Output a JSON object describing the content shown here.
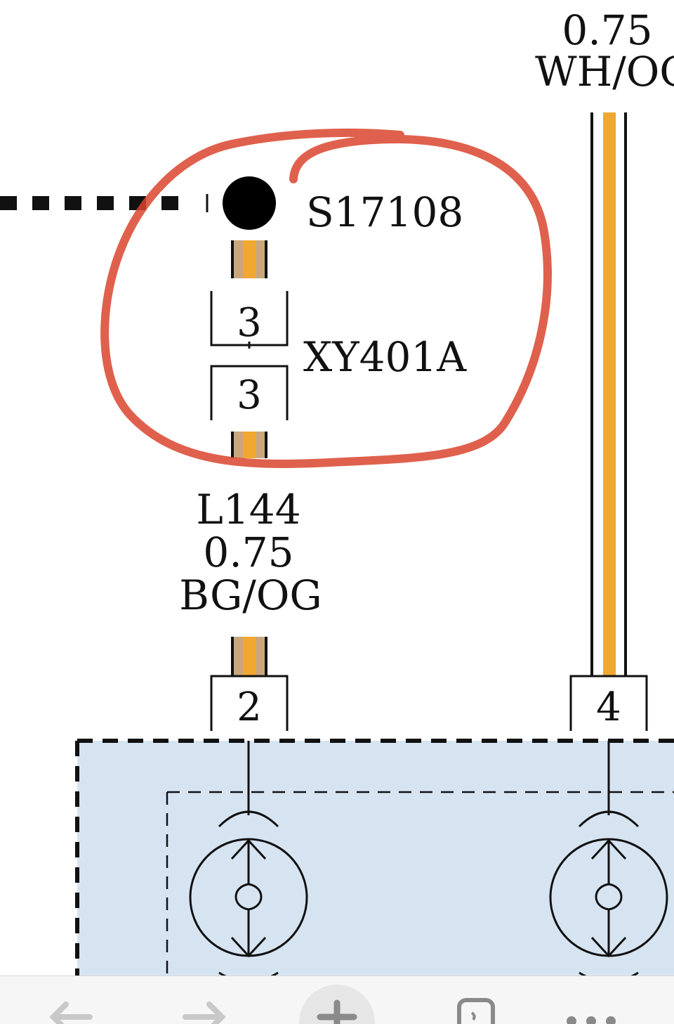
{
  "wires": {
    "left": {
      "circuit": "L144",
      "gauge": "0.75",
      "color_code": "BG/OG"
    },
    "right": {
      "gauge": "0.75",
      "color_code": "WH/OG"
    }
  },
  "splice": {
    "label": "S17108"
  },
  "connector": {
    "label": "XY401A",
    "upper_pin": "3",
    "lower_pin": "3"
  },
  "module_pins": {
    "left": "2",
    "right": "4"
  },
  "colors": {
    "wire_orange": "#f0a830",
    "wire_beige": "#c9a77a",
    "module_fill": "#d6e4f2",
    "annotation_red": "#d9452e"
  },
  "browser_bar": {
    "icons": [
      "back-arrow-icon",
      "forward-arrow-icon",
      "new-tab-plus-icon",
      "tab-switcher-icon",
      "more-menu-icon"
    ]
  }
}
